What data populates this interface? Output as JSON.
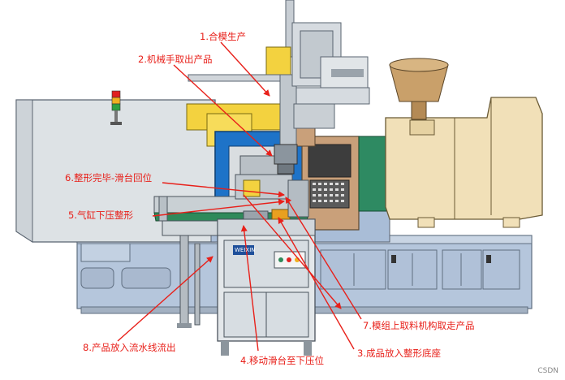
{
  "colors": {
    "annotation": "#e8201a",
    "machine_body": "#d9dde0",
    "machine_blue": "#9fb7d6",
    "mold_yellow": "#f3d23f",
    "injection_unit": "#f1e0b8",
    "hopper": "#c9a06a",
    "controller": "#c9a07a",
    "platen_blue": "#1e73c8",
    "green_block": "#2e8a62",
    "frame_grey": "#b7bec4"
  },
  "steps": [
    {
      "id": "s1",
      "text": "1.合模生产"
    },
    {
      "id": "s2",
      "text": "2.机械手取出产品"
    },
    {
      "id": "s3",
      "text": "3.成品放入整形底座"
    },
    {
      "id": "s4",
      "text": "4.移动滑台至下压位"
    },
    {
      "id": "s5",
      "text": "5.气缸下压整形"
    },
    {
      "id": "s6",
      "text": "6.整形完毕-滑台回位"
    },
    {
      "id": "s7",
      "text": "7.模组上取料机构取走产品"
    },
    {
      "id": "s8",
      "text": "8.产品放入流水线流出"
    }
  ],
  "brand_plate": "WEIXIN",
  "watermark": "CSDN"
}
